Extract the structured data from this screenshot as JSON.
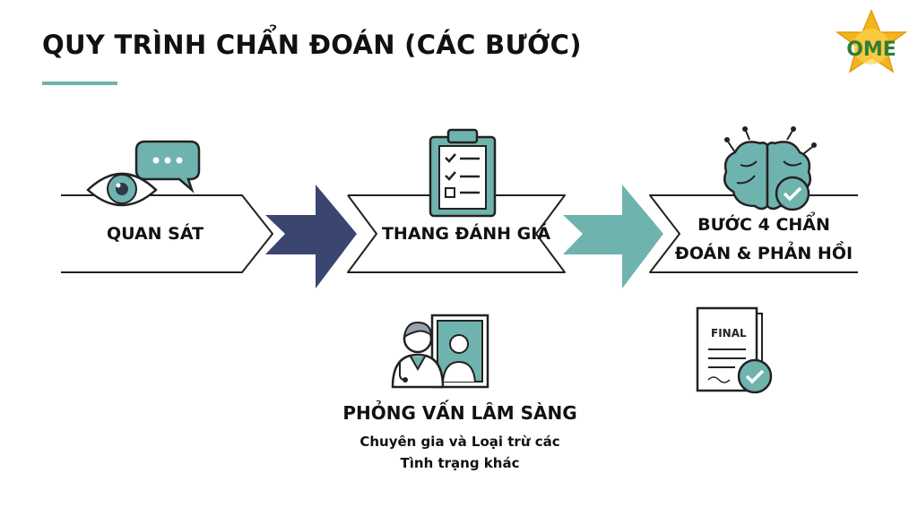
{
  "header": {
    "title": "QUY TRÌNH CHẨN ĐOÁN (CÁC BƯỚC)",
    "logo_text": "OME"
  },
  "steps": [
    {
      "label": "QUAN SÁT",
      "icon": "eye-speech-icon"
    },
    {
      "label": "THANG ĐÁNH GIÁ",
      "icon": "clipboard-checklist-icon"
    },
    {
      "label_line1": "BƯỚC 4 CHẨN",
      "label_line2": "ĐOÁN & PHẢN HỒI",
      "icon": "brain-check-icon"
    }
  ],
  "interview": {
    "label": "PHỎNG VẤN LÂM SÀNG",
    "line1": "Chuyên gia và Loại trừ các",
    "line2": "Tình trạng khác",
    "icon": "doctor-patient-icon"
  },
  "final_doc": {
    "label": "FINAL",
    "icon": "final-document-icon"
  },
  "colors": {
    "navy": "#3a4670",
    "teal": "#6fb3ae",
    "teal_dark": "#3e8a86",
    "outline": "#222222",
    "gold": "#f3b51d"
  }
}
